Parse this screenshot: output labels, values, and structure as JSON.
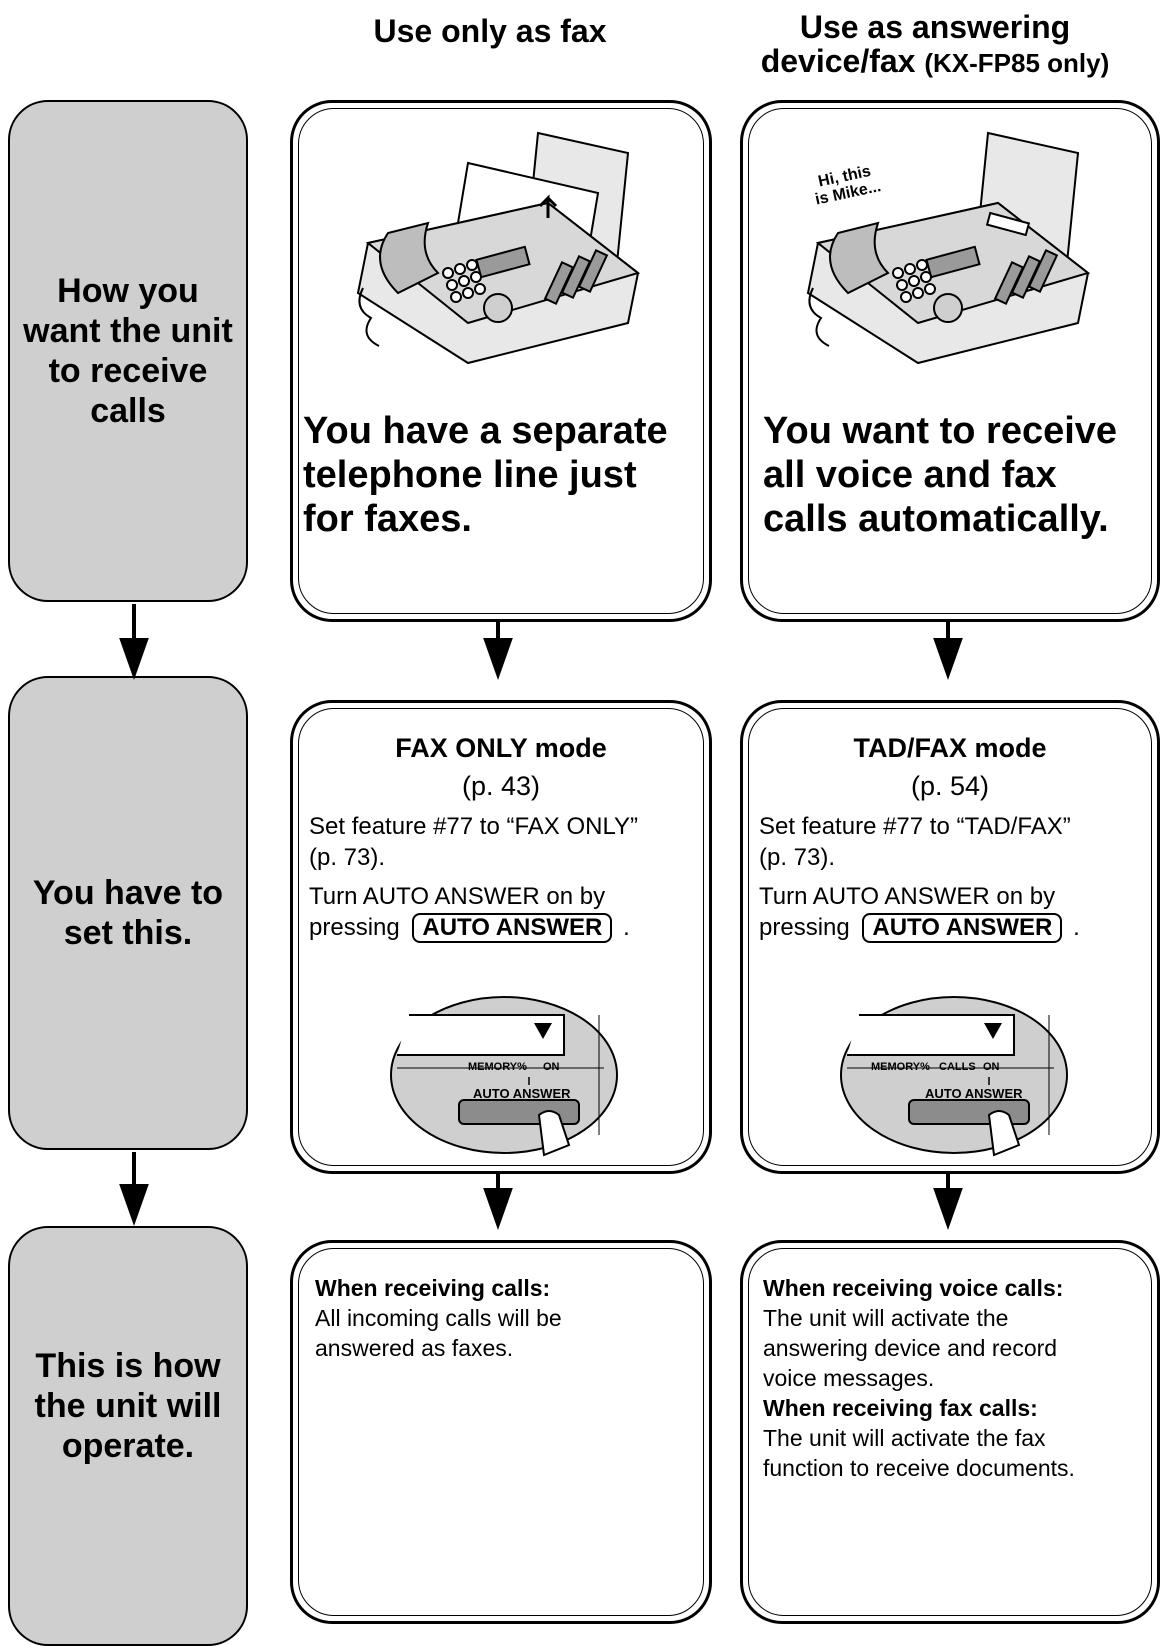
{
  "columns": {
    "fax_only": {
      "title": "Use only as fax"
    },
    "tad": {
      "title_main": "Use as answering",
      "title_line2": "device/fax",
      "title_note": "(KX-FP85 only)"
    }
  },
  "rows": {
    "how": {
      "line1": "How you",
      "line2": "want the unit",
      "line3": "to receive",
      "line4": "calls"
    },
    "set": {
      "line1": "You have to",
      "line2": "set this."
    },
    "operate": {
      "line1": "This is how",
      "line2": "the unit will",
      "line3": "operate."
    }
  },
  "fax_only": {
    "situation": {
      "line1": "You have a separate",
      "line2": "telephone line just",
      "line3": "for faxes."
    },
    "mode": {
      "title": "FAX ONLY mode",
      "page": "(p. 43)",
      "step1_line1": "Set feature #77 to “FAX ONLY”",
      "step1_line2": "(p. 73).",
      "step2_line1": "Turn AUTO ANSWER on by",
      "step2_prefix": "pressing",
      "button": "AUTO ANSWER",
      "step2_suffix": "."
    },
    "panel": {
      "memory": "MEMORY%",
      "on": "ON",
      "auto_answer": "AUTO ANSWER"
    },
    "operation": {
      "heading": "When receiving calls:",
      "line1": "All incoming calls will be",
      "line2": "answered as faxes."
    }
  },
  "tad": {
    "speech": {
      "line1": "Hi, this",
      "line2": "is Mike..."
    },
    "situation": {
      "line1": "You want to receive",
      "line2": "all voice and fax",
      "line3": "calls automatically."
    },
    "mode": {
      "title": "TAD/FAX mode",
      "page": "(p. 54)",
      "step1_line1": "Set feature #77 to “TAD/FAX”",
      "step1_line2": "(p. 73).",
      "step2_line1": "Turn AUTO ANSWER on by",
      "step2_prefix": "pressing",
      "button": "AUTO ANSWER",
      "step2_suffix": "."
    },
    "panel": {
      "memory": "MEMORY%",
      "calls": "CALLS",
      "on": "ON",
      "auto_answer": "AUTO ANSWER"
    },
    "operation": {
      "heading_voice": "When receiving voice calls:",
      "voice_line1": "The unit will activate the",
      "voice_line2": "answering device and record",
      "voice_line3": "voice messages.",
      "heading_fax": "When receiving fax calls:",
      "fax_line1": "The unit will activate the fax",
      "fax_line2": "function to receive documents."
    }
  }
}
